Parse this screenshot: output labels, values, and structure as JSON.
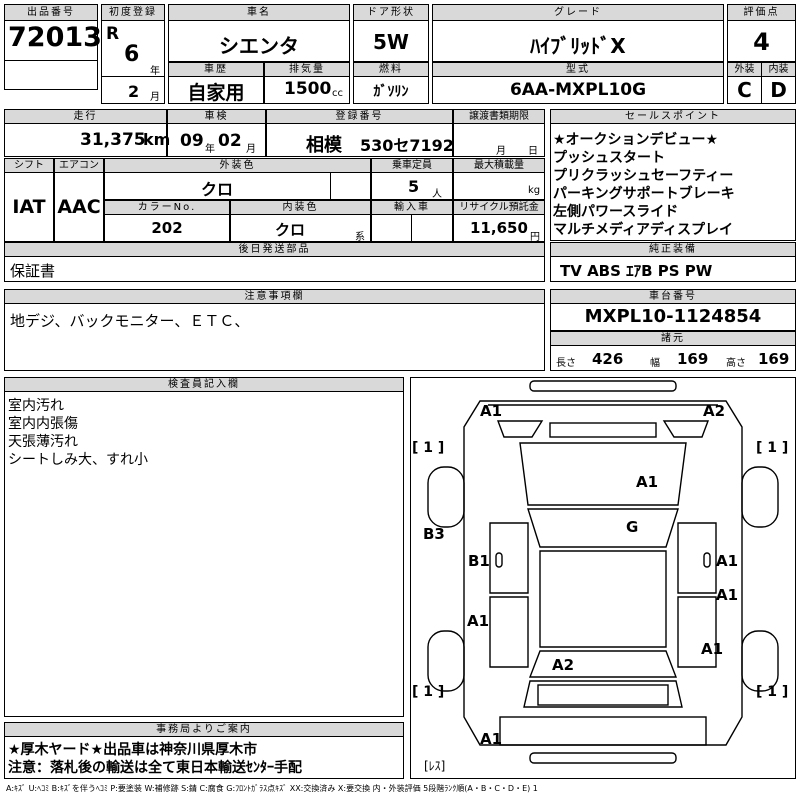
{
  "header": {
    "lot_label": "出品番号",
    "lot": "72013",
    "reg_label": "初度登録",
    "era": "R",
    "reg_year": "6",
    "year_unit": "年",
    "reg_month": "2",
    "month_unit": "月",
    "carname_label": "車名",
    "carname": "シエンタ",
    "history_label": "車歴",
    "history": "自家用",
    "displacement_label": "排気量",
    "displacement": "1500",
    "cc_unit": "cc",
    "door_label": "ドア形状",
    "door": "5W",
    "fuel_label": "燃料",
    "fuel": "ｶﾞｿﾘﾝ",
    "grade_label": "グレード",
    "grade": "ﾊｲﾌﾞﾘｯﾄﾞX",
    "model_label": "型式",
    "model": "6AA-MXPL10G",
    "score_label": "評価点",
    "score": "4",
    "ext_label": "外装",
    "ext": "C",
    "int_label": "内装",
    "int": "D"
  },
  "row2": {
    "mileage_label": "走行",
    "mileage": "31,375",
    "km_unit": "km",
    "inspection_label": "車検",
    "insp_year": "09",
    "insp_year_unit": "年",
    "insp_month": "02",
    "insp_month_unit": "月",
    "plate_label": "登録番号",
    "plate_region": "相模",
    "plate_no": "530セ7192",
    "transfer_label": "譲渡書類期限",
    "transfer_month_unit": "月",
    "transfer_day_unit": "日"
  },
  "specs": {
    "shift_label": "シフト",
    "shift": "IAT",
    "ac_label": "エアコン",
    "ac": "AAC",
    "color_label": "外装色",
    "color": "クロ",
    "capacity_label": "乗車定員",
    "capacity": "5",
    "capacity_unit": "人",
    "load_label": "最大積載量",
    "load_unit": "kg",
    "color_no_label": "カラーNo.",
    "color_no": "202",
    "interior_color_label": "内装色",
    "interior_color": "クロ",
    "interior_color_suffix": "系",
    "import_label": "輸入車",
    "recycle_label": "リサイクル預託金",
    "recycle": "11,650",
    "recycle_unit": "円"
  },
  "later_parts": {
    "label": "後日発送部品",
    "value": "保証書"
  },
  "notes": {
    "label": "注意事項欄",
    "value": "地デジ、バックモニター、ＥＴＣ、"
  },
  "sales_points": {
    "label": "セールスポイント",
    "items": [
      "★オークションデビュー★",
      "プッシュスタート",
      "プリクラッシュセーフティー",
      "パーキングサポートブレーキ",
      "左側パワースライド",
      "マルチメディアディスプレイ"
    ]
  },
  "equipment": {
    "label": "純正装備",
    "value": "TV ABS ｴｱB PS PW"
  },
  "chassis": {
    "label": "車台番号",
    "value": "MXPL10-1124854"
  },
  "dimensions": {
    "label": "諸元",
    "length_label": "長さ",
    "length": "426",
    "width_label": "幅",
    "width": "169",
    "height_label": "高さ",
    "height": "169"
  },
  "inspector": {
    "label": "検査員記入欄",
    "lines": [
      "室内汚れ",
      "室内内張傷",
      "天張薄汚れ",
      "シートしみ大、すれ小"
    ]
  },
  "office": {
    "label": "事務局よりご案内",
    "line1": "★厚木ヤード★出品車は神奈川県厚木市",
    "line2": "注意：落札後の輸送は全て東日本輸送ｾﾝﾀｰ手配"
  },
  "diagram": {
    "marks": {
      "front_left": "A1",
      "front_right": "A2",
      "tire_fl": "[ 1 ]",
      "tire_fr": "[ 1 ]",
      "tire_rl": "[ 1 ]",
      "tire_rr": "[ 1 ]",
      "hood": "A1",
      "windshield": "G",
      "left_fender": "B3",
      "left_front_door": "B1",
      "right_front_door": "A1",
      "left_rear_door": "A1",
      "right_rear_door": "A1",
      "right_rear_qtr": "A1",
      "roof_rear": "A2",
      "rear_bumper": "A1",
      "spare": "[ﾚｽ]"
    }
  },
  "legend": "A:ｷｽﾞ U:ﾍｺﾐ B:ｷｽﾞを伴うﾍｺﾐ P:要塗装 W:補修跡 S:錆 C:腐食 G:ﾌﾛﾝﾄｶﾞﾗｽ点ｷｽﾞ XX:交換済み X:要交換 内・外装評価 5段階ﾗﾝｸ順(A・B・C・D・E) 1"
}
